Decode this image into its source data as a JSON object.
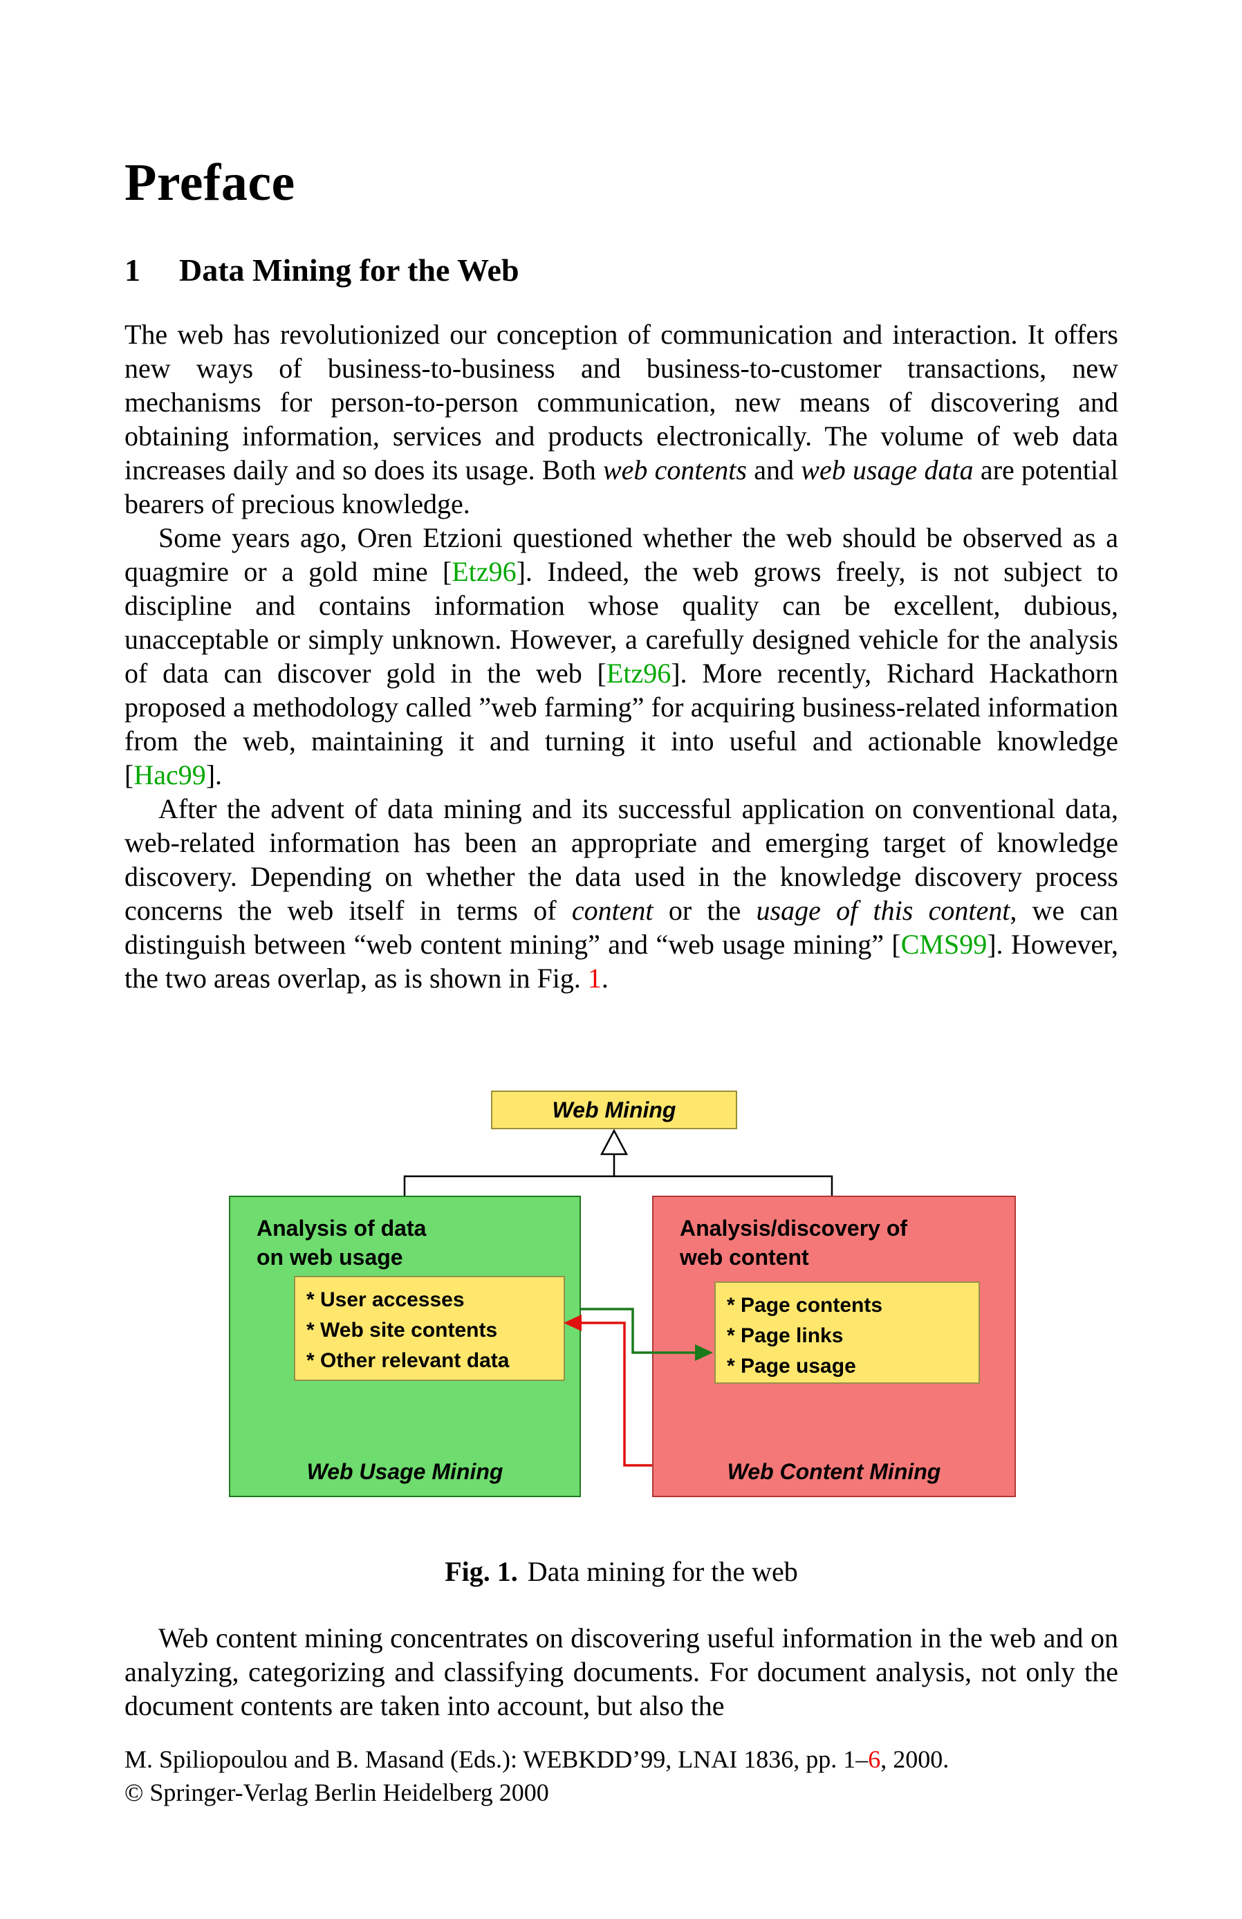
{
  "colors": {
    "citation_green": "#00A800",
    "link_red": "#F00000",
    "box_yellow": "#FFE76E",
    "box_green": "#6EDC6E",
    "box_red": "#F57878",
    "arrow_green": "#1A7A1A",
    "arrow_red": "#E01010"
  },
  "doc": {
    "title": "Preface",
    "section_number": "1",
    "section_title": "Data Mining for the Web",
    "paragraphs": [
      {
        "segments": [
          {
            "t": "The web has revolutionized our conception of communication and interaction. It offers new ways of business-to-business and business-to-customer transactions, new mechanisms for person-to-person communication, new means of discovering and obtaining information, services and products electronically. The volume of web data increases daily and so does its usage. Both "
          },
          {
            "t": "web contents",
            "s": "i"
          },
          {
            "t": " and "
          },
          {
            "t": "web usage data",
            "s": "i"
          },
          {
            "t": " are potential bearers of precious knowledge."
          }
        ]
      },
      {
        "segments": [
          {
            "t": "Some years ago, Oren Etzioni questioned whether the web should be observed as a quagmire or a gold mine ["
          },
          {
            "t": "Etz96",
            "s": "cite"
          },
          {
            "t": "]. Indeed, the web grows freely, is not subject to discipline and contains information whose quality can be excellent, dubious, unacceptable or simply unknown. However, a carefully designed vehicle for the analysis of data can discover gold in the web ["
          },
          {
            "t": "Etz96",
            "s": "cite"
          },
          {
            "t": "]. More recently, Richard Hackathorn proposed a methodology called ”web farming” for acquiring business-related information from the web, maintaining it and turning it into useful and actionable knowledge ["
          },
          {
            "t": "Hac99",
            "s": "cite"
          },
          {
            "t": "]."
          }
        ]
      },
      {
        "segments": [
          {
            "t": "After the advent of data mining and its successful application on conventional data, web-related information has been an appropriate and emerging target of knowledge discovery. Depending on whether the data used in the knowledge discovery process concerns the web itself in terms of "
          },
          {
            "t": "content",
            "s": "i"
          },
          {
            "t": " or the "
          },
          {
            "t": "usage of this content",
            "s": "i"
          },
          {
            "t": ", we can distinguish between “web content mining” and “web usage mining” ["
          },
          {
            "t": "CMS99",
            "s": "cite"
          },
          {
            "t": "]. However, the two areas overlap, as is shown in Fig. "
          },
          {
            "t": "1",
            "s": "ref"
          },
          {
            "t": "."
          }
        ]
      },
      {
        "segments": [
          {
            "t": "Web content mining concentrates on discovering useful information in the web and on analyzing, categorizing and classifying documents. For document analysis, not only the document contents are taken into account, but also the"
          }
        ]
      }
    ],
    "footer": {
      "line1": [
        {
          "t": "M. Spiliopoulou and B. Masand (Eds.): WEBKDD’99, LNAI 1836, pp. 1–"
        },
        {
          "t": "6",
          "s": "ref"
        },
        {
          "t": ", 2000."
        }
      ],
      "line2": "© Springer-Verlag Berlin Heidelberg 2000"
    }
  },
  "figure": {
    "root_label": "Web Mining",
    "left": {
      "header": "Analysis of data\non web usage",
      "items": [
        "* User accesses",
        "* Web site contents",
        "* Other relevant data"
      ],
      "label": "Web Usage Mining"
    },
    "right": {
      "header": "Analysis/discovery of\nweb content",
      "items": [
        "* Page contents",
        "* Page links",
        "* Page usage"
      ],
      "label": "Web Content Mining"
    },
    "caption_label": "Fig. 1.",
    "caption_text": "Data mining for the web"
  }
}
